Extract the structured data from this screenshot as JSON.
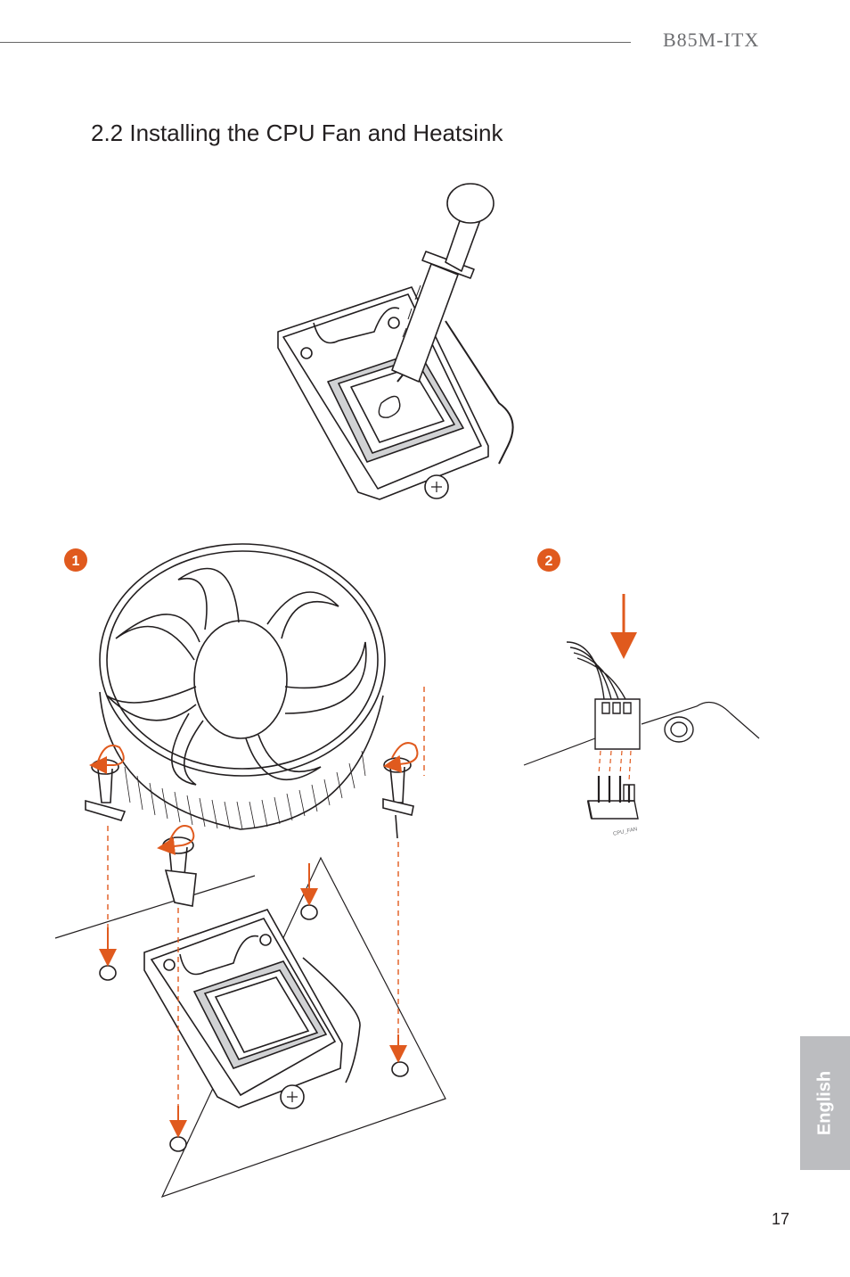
{
  "header": {
    "model": "B85M-ITX"
  },
  "section": {
    "title": "2.2  Installing the CPU Fan and Heatsink"
  },
  "steps": [
    {
      "number": "1"
    },
    {
      "number": "2"
    }
  ],
  "connector": {
    "label": "CPU_FAN"
  },
  "sidebar": {
    "language": "English"
  },
  "footer": {
    "page_number": "17"
  },
  "colors": {
    "accent": "#e05a1e",
    "line": "#231f20",
    "tab": "#bcbdc0",
    "cpu_gray": "#d1d2d4"
  }
}
